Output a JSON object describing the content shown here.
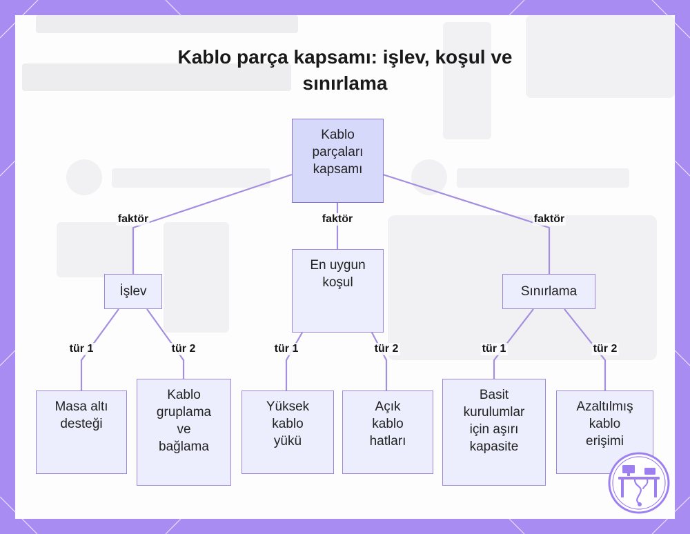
{
  "title_lines": [
    "Kablo parça kapsamı: işlev, koşul ve",
    "sınırlama"
  ],
  "nodes": {
    "root": [
      "Kablo",
      "parçaları",
      "kapsamı"
    ],
    "islev": [
      "İşlev"
    ],
    "kosul": [
      "En uygun",
      "koşul"
    ],
    "sinirlama": [
      "Sınırlama"
    ],
    "masa": [
      "Masa altı",
      "desteği"
    ],
    "gruplama": [
      "Kablo",
      "gruplama",
      "ve",
      "bağlama"
    ],
    "yuksek": [
      "Yüksek",
      "kablo",
      "yükü"
    ],
    "acik": [
      "Açık",
      "kablo",
      "hatları"
    ],
    "basit": [
      "Basit",
      "kurulumlar",
      "için aşırı",
      "kapasite"
    ],
    "azaltilmis": [
      "Azaltılmış",
      "kablo",
      "erişimi"
    ]
  },
  "edge_labels": {
    "faktor_left": "faktör",
    "faktor_mid": "faktör",
    "faktor_right": "faktör",
    "tur1_a": "tür 1",
    "tur2_a": "tür 2",
    "tur1_b": "tür 1",
    "tur2_b": "tür 2",
    "tur1_c": "tür 1",
    "tur2_c": "tür 2"
  },
  "colors": {
    "frame": "#a98cf2",
    "node_fill": "#eceefd",
    "root_fill": "#d7d9fb",
    "edge": "#a48ee0",
    "logo": "#9d7ff0"
  },
  "icons": {
    "logo": "desk-cable-logo-icon"
  }
}
